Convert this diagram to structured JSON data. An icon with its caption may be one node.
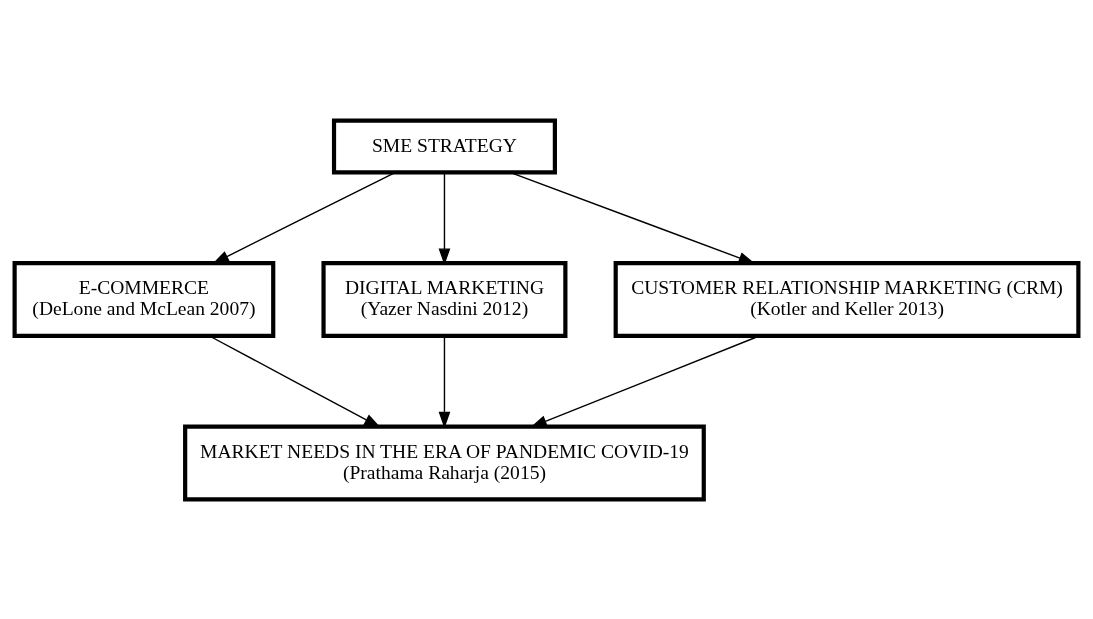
{
  "diagram": {
    "nodes": [
      {
        "text": [
          "SME STRATEGY"
        ]
      },
      {
        "text": [
          "E-COMMERCE",
          "(DeLone and McLean 2007)"
        ]
      },
      {
        "text": [
          "DIGITAL MARKETING",
          "(Yazer Nasdini 2012)"
        ]
      },
      {
        "text": [
          "CUSTOMER RELATIONSHIP MARKETING (CRM)",
          "(Kotler and Keller 2013)"
        ]
      },
      {
        "text": [
          "MARKET NEEDS IN THE ERA OF PANDEMIC COVID-19",
          "(Prathama Raharja (2015)"
        ]
      }
    ],
    "edges": [
      {
        "from": 0,
        "to": 1,
        "arrow": "to"
      },
      {
        "from": 0,
        "to": 2,
        "arrow": "to"
      },
      {
        "from": 0,
        "to": 3,
        "arrow": "to"
      },
      {
        "from": 1,
        "to": 4,
        "arrow": "to"
      },
      {
        "from": 2,
        "to": 4,
        "arrow": "to"
      },
      {
        "from": 3,
        "to": 4,
        "arrow": "to"
      }
    ]
  }
}
